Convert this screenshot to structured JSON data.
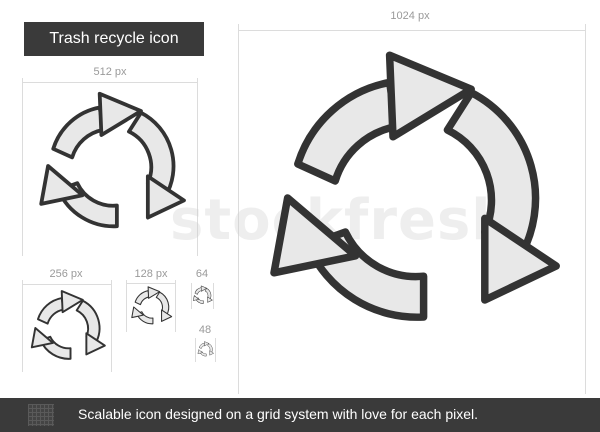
{
  "title": "Trash recycle icon",
  "sizes": {
    "s1024": "1024 px",
    "s512": "512 px",
    "s256": "256 px",
    "s128": "128 px",
    "s64": "64",
    "s48": "48"
  },
  "icon_name": "recycle-arrows-icon",
  "watermark": "stockfresh",
  "footer": {
    "text": "Scalable icon designed on a grid system with love for each pixel."
  },
  "colors": {
    "banner": "#3a3a3a",
    "stroke": "#333333",
    "fill": "#e8e8e8"
  }
}
